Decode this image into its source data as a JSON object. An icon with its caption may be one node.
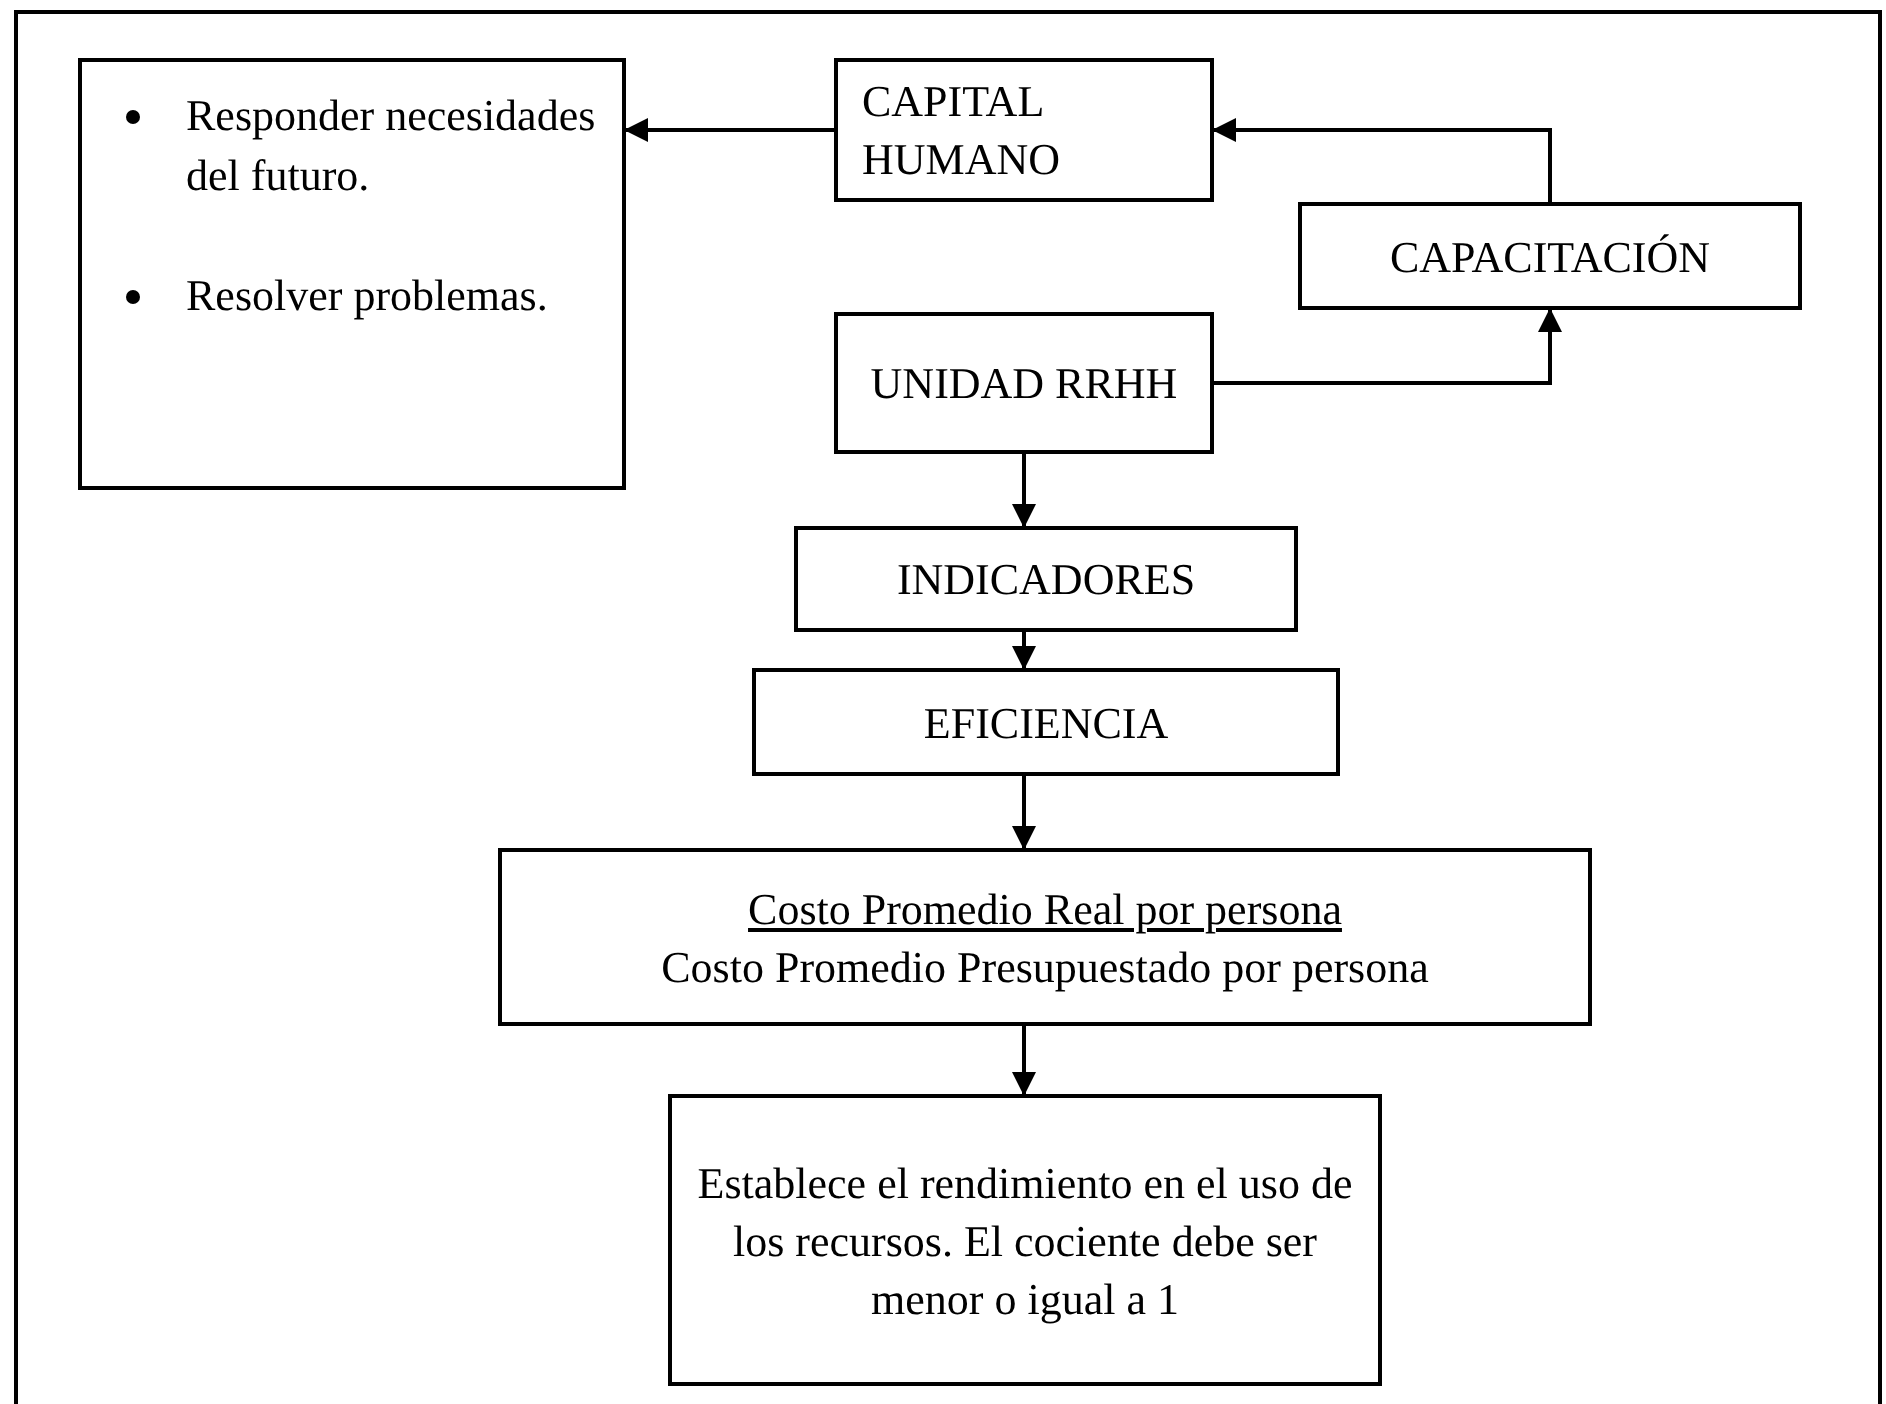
{
  "diagram": {
    "nodes": [
      {
        "text": [
          "Responder necesidades del futuro.",
          "Resolver problemas."
        ]
      },
      {
        "text": [
          "CAPITAL HUMANO"
        ]
      },
      {
        "text": [
          "CAPACITACIÓN"
        ]
      },
      {
        "text": [
          "UNIDAD RRHH"
        ]
      },
      {
        "text": [
          "INDICADORES"
        ]
      },
      {
        "text": [
          "EFICIENCIA"
        ]
      },
      {
        "text": [
          "Costo Promedio Real por persona",
          "Costo Promedio Presupuestado por persona"
        ]
      },
      {
        "text": [
          "Establece el rendimiento en el uso de los recursos.  El cociente debe ser menor o igual a 1"
        ]
      }
    ],
    "edges": [
      {
        "from": 1,
        "to": 0,
        "arrow": "to"
      },
      {
        "from": 2,
        "to": 1,
        "arrow": "to"
      },
      {
        "from": 3,
        "to": 2,
        "arrow": "to"
      },
      {
        "from": 3,
        "to": 4,
        "arrow": "to"
      },
      {
        "from": 4,
        "to": 5,
        "arrow": "to"
      },
      {
        "from": 5,
        "to": 6,
        "arrow": "to"
      },
      {
        "from": 6,
        "to": 7,
        "arrow": "to"
      }
    ]
  }
}
